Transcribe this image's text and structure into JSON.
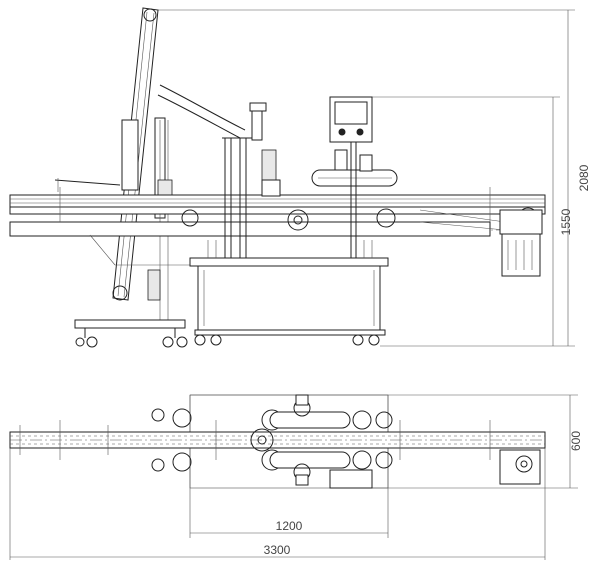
{
  "dimensions": {
    "overall_height": "2080",
    "table_height": "1550",
    "plan_depth": "600",
    "table_length": "1200",
    "overall_length": "3300"
  }
}
